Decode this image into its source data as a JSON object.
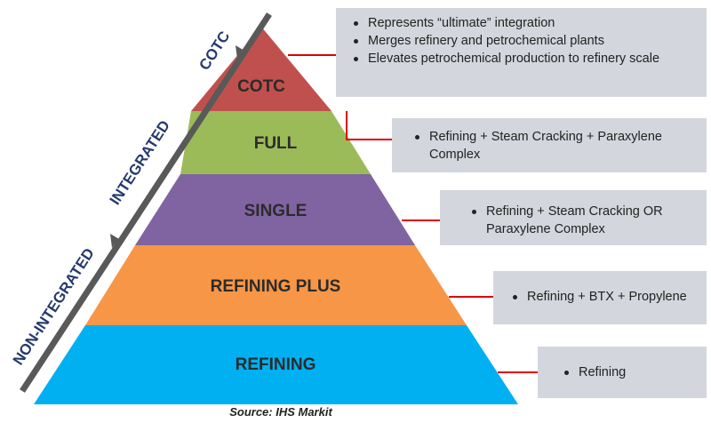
{
  "pyramid": {
    "tiers": [
      {
        "label": "COTC",
        "color": "#c0504d"
      },
      {
        "label": "FULL",
        "color": "#9bbb59"
      },
      {
        "label": "SINGLE",
        "color": "#8064a2"
      },
      {
        "label": "REFINING PLUS",
        "color": "#f79646"
      },
      {
        "label": "REFINING",
        "color": "#00b0f0"
      }
    ]
  },
  "axis": {
    "bar_color": "#595959",
    "label_color": "#243a6e",
    "segments": [
      {
        "label": "COTC"
      },
      {
        "label": "INTEGRATED"
      },
      {
        "label": "NON-INTEGRATED"
      }
    ]
  },
  "connector_color": "#e00000",
  "callouts": [
    {
      "bullets": [
        "Represents “ultimate” integration",
        "Merges refinery and petrochemical plants",
        "Elevates petrochemical production to refinery scale"
      ]
    },
    {
      "bullets": [
        "Refining + Steam Cracking + Paraxylene Complex"
      ]
    },
    {
      "bullets": [
        "Refining + Steam Cracking OR Paraxylene Complex"
      ]
    },
    {
      "bullets": [
        "Refining + BTX + Propylene"
      ]
    },
    {
      "bullets": [
        "Refining"
      ]
    }
  ],
  "source": "Source: IHS Markit"
}
